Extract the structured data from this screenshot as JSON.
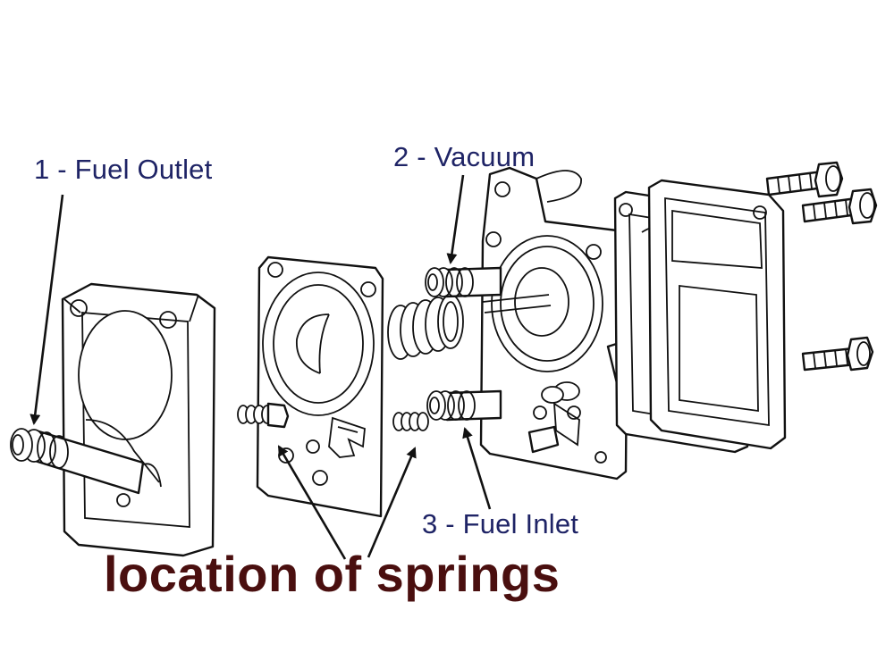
{
  "labels": {
    "fuel_outlet": "1 - Fuel Outlet",
    "vacuum": "2 - Vacuum",
    "fuel_inlet": "3 - Fuel Inlet",
    "springs": "location of springs"
  },
  "colors": {
    "callout_text": "#1f2466",
    "springs_text": "#4a0f0f",
    "line_art": "#111111",
    "background": "#ffffff"
  }
}
